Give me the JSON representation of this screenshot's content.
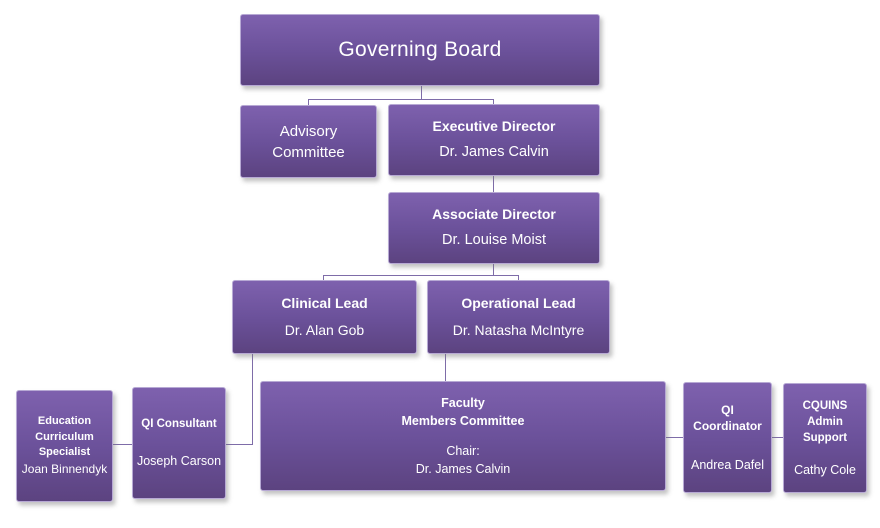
{
  "theme": {
    "background": "#ffffff",
    "box_top": "#7e61ae",
    "box_mid": "#6b519a",
    "box_bottom": "#5c4380",
    "box_border": "#b7a9d4",
    "connector": "#7e6ca8",
    "text": "#ffffff"
  },
  "nodes": {
    "governing_board": {
      "title": "Governing Board"
    },
    "advisory_committee": {
      "title": "Advisory\nCommittee"
    },
    "executive_director": {
      "title": "Executive Director",
      "person": "Dr. James Calvin"
    },
    "associate_director": {
      "title": "Associate Director",
      "person": "Dr. Louise Moist"
    },
    "clinical_lead": {
      "title": "Clinical Lead",
      "person": "Dr. Alan Gob"
    },
    "operational_lead": {
      "title": "Operational Lead",
      "person": "Dr. Natasha McIntyre"
    },
    "education_curriculum_specialist": {
      "title": "Education\nCurriculum\nSpecialist",
      "person": "Joan Binnendyk"
    },
    "qi_consultant": {
      "title": "QI Consultant",
      "person": "Joseph Carson"
    },
    "faculty_members_committee": {
      "title": "Faculty\nMembers Committee",
      "person": "Chair:\nDr. James Calvin"
    },
    "qi_coordinator": {
      "title": "QI\nCoordinator",
      "person": "Andrea Dafel"
    },
    "cquins_admin_support": {
      "title": "CQUINS\nAdmin\nSupport",
      "person": "Cathy Cole"
    }
  }
}
